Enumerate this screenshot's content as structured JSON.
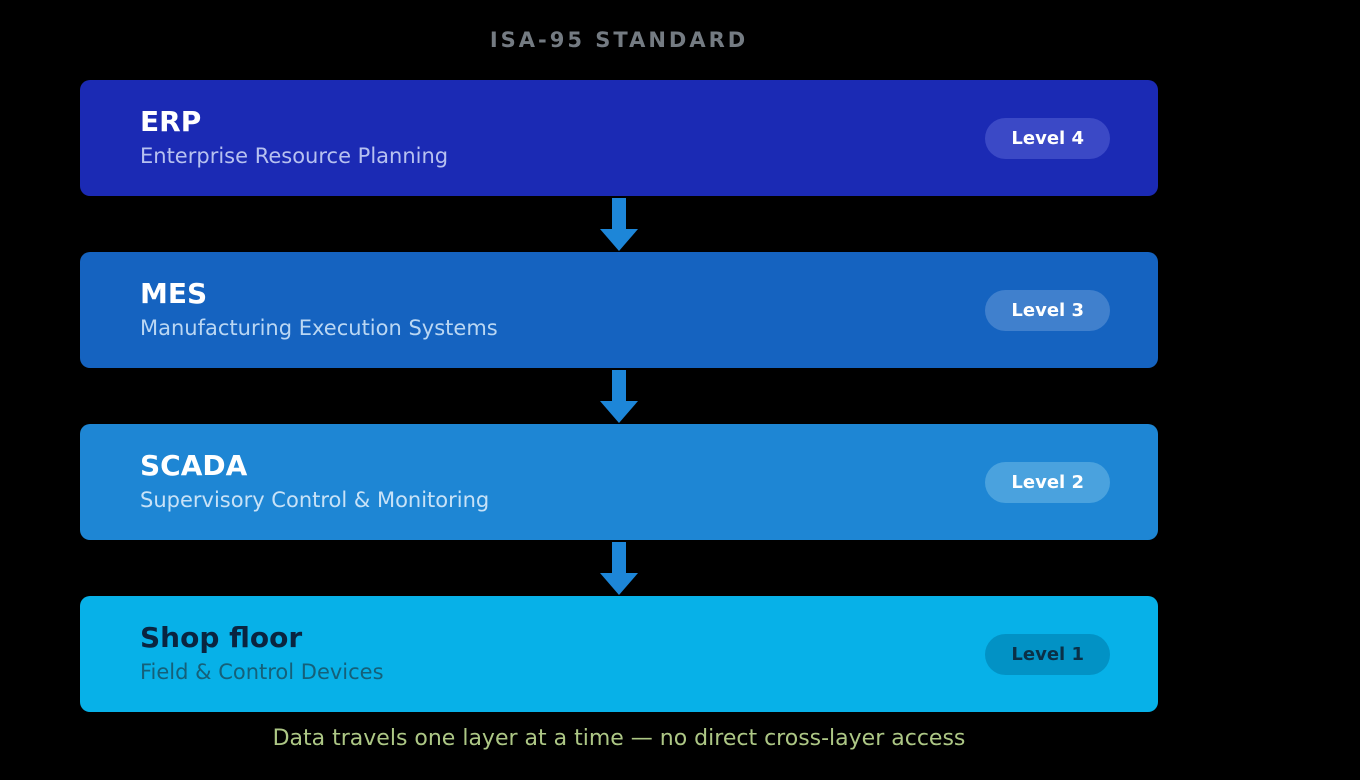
{
  "title": "ISA-95 STANDARD",
  "title_color": "#747b82",
  "caption": "Data travels one layer at a time — no direct cross-layer access",
  "caption_color": "#adc785",
  "arrow_color": "#1d86d8",
  "background": "#000000",
  "layers": [
    {
      "acronym": "ERP",
      "name": "Enterprise Resource Planning",
      "level": "Level 4",
      "colors": {
        "bg": "#1b2ab4",
        "pill_bg": "#3b49c6",
        "title": "#ffffff",
        "subtitle": "#b7c1f0",
        "pill_text": "#ffffff"
      }
    },
    {
      "acronym": "MES",
      "name": "Manufacturing Execution Systems",
      "level": "Level 3",
      "colors": {
        "bg": "#1563c0",
        "pill_bg": "#4080cd",
        "title": "#ffffff",
        "subtitle": "#bad7f3",
        "pill_text": "#ffffff"
      }
    },
    {
      "acronym": "SCADA",
      "name": "Supervisory Control & Monitoring",
      "level": "Level 2",
      "colors": {
        "bg": "#1e86d4",
        "pill_bg": "#4aa2de",
        "title": "#ffffff",
        "subtitle": "#c8e2f7",
        "pill_text": "#ffffff"
      }
    },
    {
      "acronym": "Shop floor",
      "name": "Field & Control Devices",
      "level": "Level 1",
      "colors": {
        "bg": "#07b1e8",
        "pill_bg": "#0292c5",
        "title": "#0a2540",
        "subtitle": "#156079",
        "pill_text": "#0a3047"
      }
    }
  ]
}
